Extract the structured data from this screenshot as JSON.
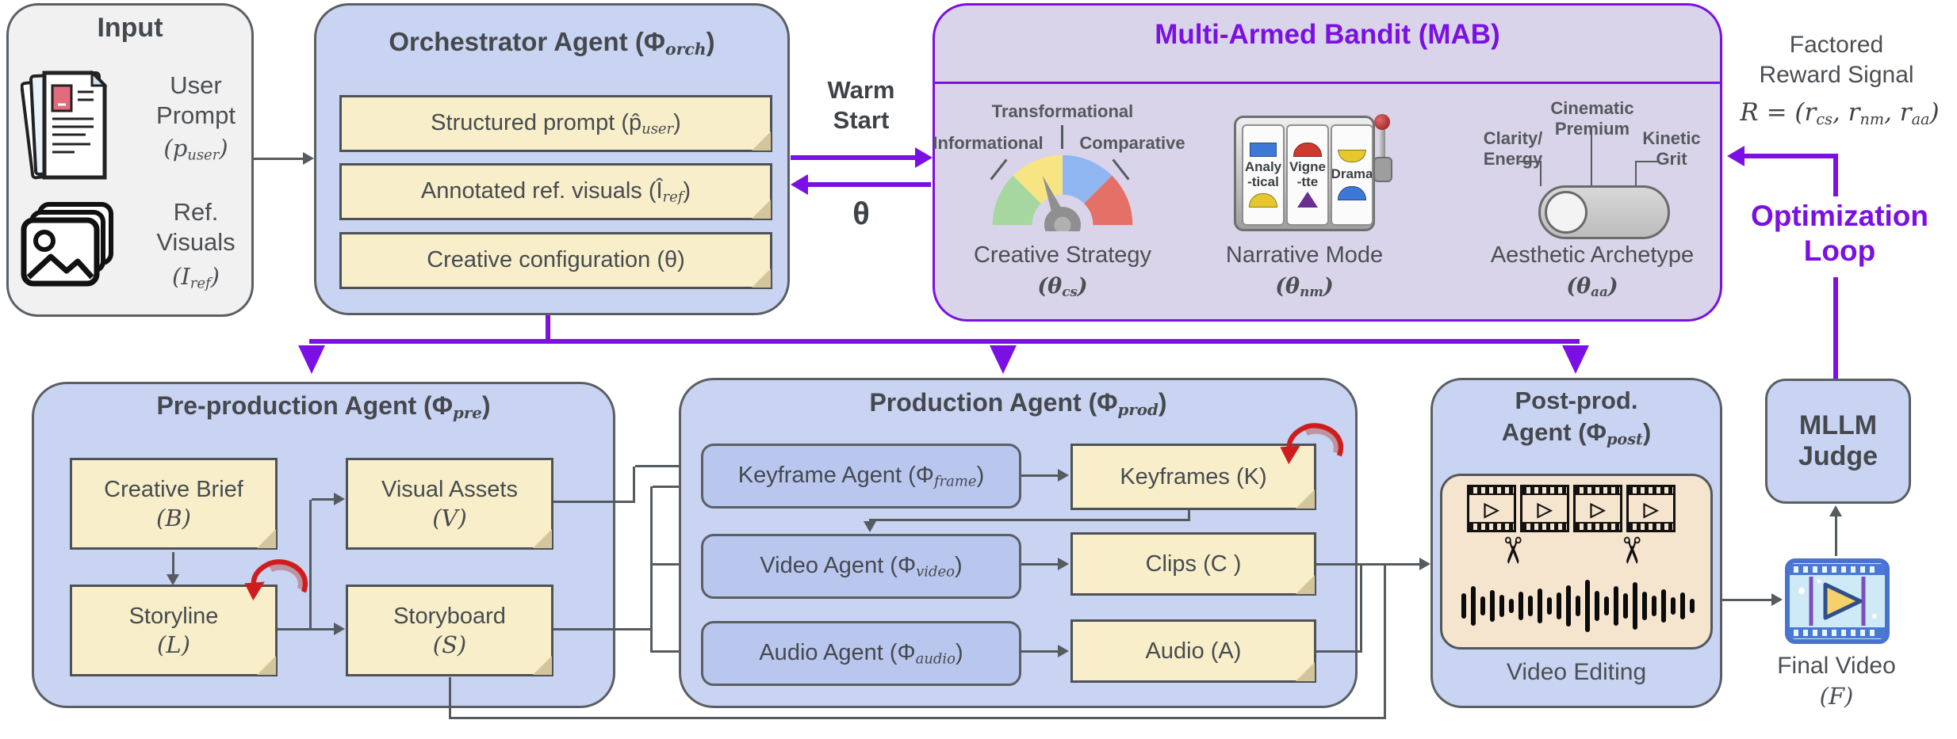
{
  "colors": {
    "purple_accent": "#7b10e4",
    "agent_blue": "#c9d3f2",
    "agent_blue_inner": "#b9c7ef",
    "note_yellow": "#f8efca",
    "green_panel": "#e1ebda",
    "mab_lavender": "#d9d4e9",
    "tan_panel": "#f5e4ce",
    "input_gray": "#f1f1f1",
    "line_gray": "#565b60",
    "red_loop": "#cf1d1d",
    "gauge_green": "#a6d7a0",
    "gauge_yellow": "#f7e584",
    "gauge_blue": "#90b6f2",
    "gauge_red": "#e57067"
  },
  "icons": {
    "scissors": "✂",
    "play": "▷"
  },
  "input": {
    "title": "Input",
    "user_prompt": {
      "line1": "User",
      "line2": "Prompt",
      "math_pre": "(p",
      "math_sub": "user",
      "math_post": ")"
    },
    "ref_visuals": {
      "line1": "Ref.",
      "line2": "Visuals",
      "math_pre": "(I",
      "math_sub": "ref",
      "math_post": ")"
    }
  },
  "orchestrator": {
    "title": {
      "pre": "Orchestrator Agent (Φ",
      "sub": "orch",
      "post": ")"
    },
    "notes": [
      {
        "pre": "Structured prompt (p̂",
        "sub": "user",
        "post": ")"
      },
      {
        "pre": "Annotated ref. visuals (Î",
        "sub": "ref",
        "post": ")"
      },
      {
        "pre": "Creative configuration (θ)",
        "sub": "",
        "post": ""
      }
    ]
  },
  "warm_start": {
    "line1": "Warm",
    "line2": "Start",
    "theta": "θ"
  },
  "mab": {
    "title": "Multi-Armed Bandit (MAB)",
    "creative_strategy": {
      "label_left": "Informational",
      "label_top": "Transformational",
      "label_right": "Comparative",
      "caption": "Creative Strategy",
      "math_pre": "(θ",
      "math_sub": "cs",
      "math_post": ")"
    },
    "narrative_mode": {
      "reels": [
        {
          "line1": "Analy",
          "line2": "-tical"
        },
        {
          "line1": "Vigne",
          "line2": "-tte"
        },
        {
          "line1": "Drama",
          "line2": ""
        }
      ],
      "caption": "Narrative Mode",
      "math_pre": "(θ",
      "math_sub": "nm",
      "math_post": ")"
    },
    "aesthetic_archetype": {
      "label_left1": "Clarity/",
      "label_left2": "Energy",
      "label_mid1": "Cinematic",
      "label_mid2": "Premium",
      "label_right1": "Kinetic",
      "label_right2": "Grit",
      "caption": "Aesthetic Archetype",
      "math_pre": "(θ",
      "math_sub": "aa",
      "math_post": ")"
    }
  },
  "reward": {
    "line1": "Factored",
    "line2": "Reward Signal",
    "formula": {
      "f1": "R = (r",
      "s1": "cs",
      "f2": ", r",
      "s2": "nm",
      "f3": ", r",
      "s3": "aa",
      "f4": ")"
    }
  },
  "optimization": {
    "line1": "Optimization",
    "line2": "Loop"
  },
  "preprod": {
    "title": {
      "pre": "Pre-production Agent (Φ",
      "sub": "pre",
      "post": ")"
    },
    "notes": {
      "creative_brief": {
        "line1": "Creative Brief",
        "line2": "(B)"
      },
      "storyline": {
        "line1": "Storyline",
        "line2": "(L)"
      },
      "visual_assets": {
        "line1": "Visual Assets",
        "line2": "(V)"
      },
      "storyboard": {
        "line1": "Storyboard",
        "line2": "(S)"
      }
    }
  },
  "production": {
    "title": {
      "pre": "Production Agent (Φ",
      "sub": "prod",
      "post": ")"
    },
    "agents": [
      {
        "pre": "Keyframe Agent (Φ",
        "sub": "frame",
        "post": ")"
      },
      {
        "pre": "Video Agent (Φ",
        "sub": "video",
        "post": ")"
      },
      {
        "pre": "Audio Agent (Φ",
        "sub": "audio",
        "post": ")"
      }
    ],
    "outputs": [
      "Keyframes (K)",
      "Clips (C )",
      "Audio (A)"
    ]
  },
  "postprod": {
    "title_line1": "Post-prod.",
    "title_line2": {
      "pre": "Agent (Φ",
      "sub": "post",
      "post": ")"
    },
    "caption": "Video Editing"
  },
  "mllm": {
    "line1": "MLLM",
    "line2": "Judge"
  },
  "final_video": {
    "line1": "Final Video",
    "line2": "(F)"
  }
}
